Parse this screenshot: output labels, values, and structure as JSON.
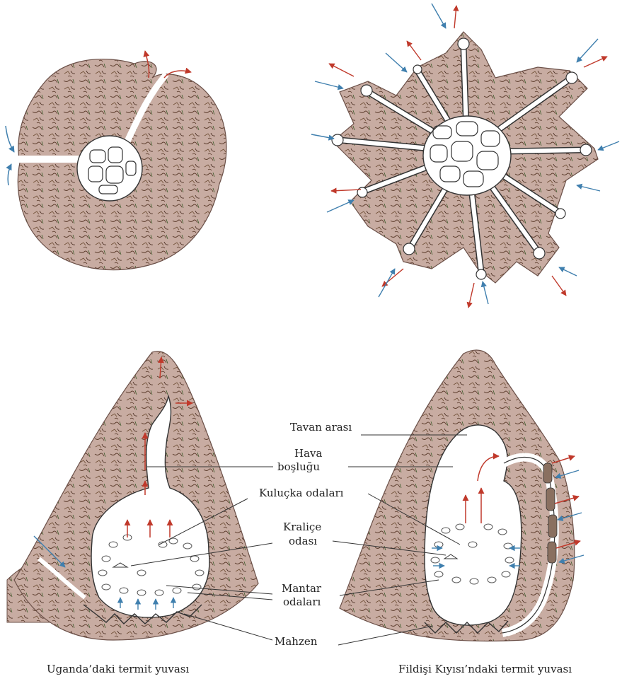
{
  "labels": {
    "attic": "Tavan arası",
    "air_space_1": "Hava",
    "air_space_2": "boşluğu",
    "brood_chambers": "Kuluçka odaları",
    "queen_1": "Kraliçe",
    "queen_2": "odası",
    "fungus_1": "Mantar",
    "fungus_2": "odaları",
    "cellar": "Mahzen"
  },
  "captions": {
    "left": "Uganda’daki termit yuvası",
    "right": "Fildişi Kıyısı’ndaki termit yuvası"
  },
  "colors": {
    "soil": "#c8aca2",
    "soil_edge": "#6b5048",
    "fibre": "#5a3a2a",
    "arrow_out": "#c0392b",
    "arrow_in": "#3f7fae",
    "chamber": "#ffffff",
    "line": "#333333"
  }
}
